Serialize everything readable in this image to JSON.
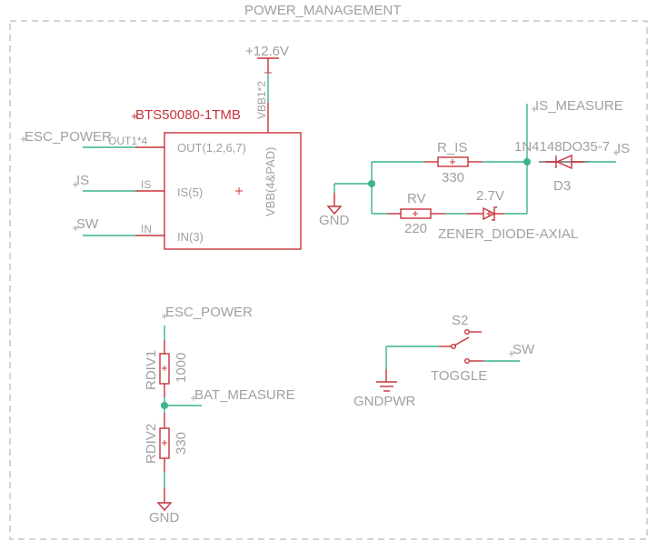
{
  "sheet": {
    "title": "POWER_MANAGEMENT"
  },
  "colors": {
    "wire": "#3cb48c",
    "symbol": "#c8333a",
    "text": "#a0a0a0",
    "frame": "#a8a8a8"
  },
  "supply": {
    "label": "+12.6V",
    "pin_label": "VBB1*2"
  },
  "ic": {
    "name": "BTS50080-1TMB",
    "pins_left": [
      {
        "net": "ESC_POWER",
        "pin_label": "OUT1*4",
        "inner_label": "OUT(1,2,6,7)"
      },
      {
        "net": "IS",
        "pin_label": "IS",
        "inner_label": "IS(5)"
      },
      {
        "net": "SW",
        "pin_label": "IN",
        "inner_label": "IN(3)"
      }
    ],
    "inner_vertical_label": "VBB(4&PAD)"
  },
  "sense_network": {
    "net_label_top": "IS_MEASURE",
    "gnd_label": "GND",
    "r_is": {
      "name": "R_IS",
      "value": "330"
    },
    "r_v": {
      "name": "RV",
      "value": "220"
    },
    "zener": {
      "value": "2.7V",
      "package": "ZENER_DIODE-AXIAL"
    },
    "diode": {
      "part": "1N4148DO35-7",
      "name": "D3"
    },
    "net_label_right": "IS"
  },
  "divider": {
    "net_label_top": "ESC_POWER",
    "rdiv1": {
      "name": "RDIV1",
      "value": "1000"
    },
    "rdiv2": {
      "name": "RDIV2",
      "value": "330"
    },
    "net_label_mid": "BAT_MEASURE",
    "gnd_label": "GND"
  },
  "switch": {
    "name": "S2",
    "type": "TOGGLE",
    "gnd_label": "GNDPWR",
    "net_label": "SW"
  }
}
